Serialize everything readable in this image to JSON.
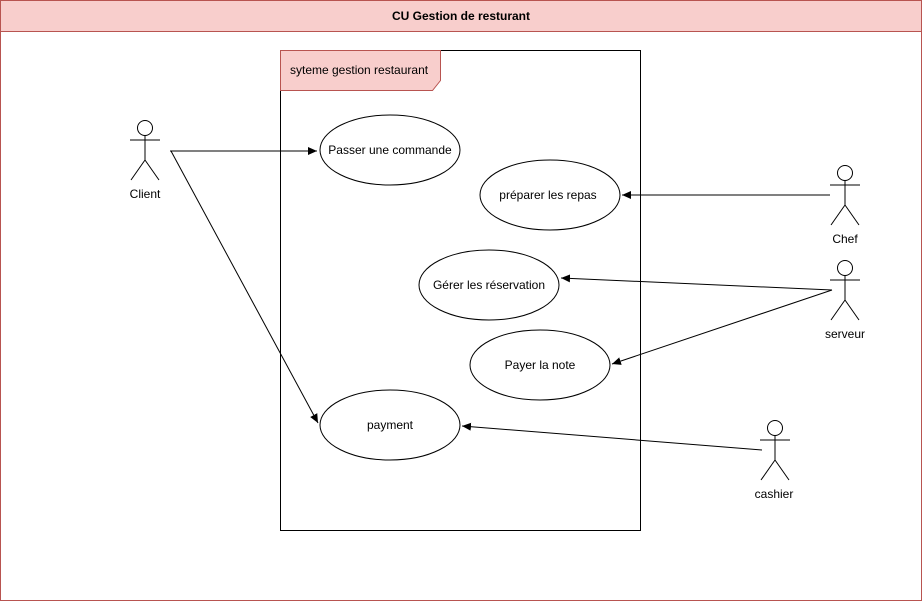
{
  "diagram": {
    "title": "CU  Gestion de resturant",
    "system_boundary": {
      "label": "syteme gestion restaurant",
      "header_fill": "#f8cecc",
      "border_color": "#b85450"
    },
    "actors": [
      {
        "id": "client",
        "label": "Client"
      },
      {
        "id": "chef",
        "label": "Chef"
      },
      {
        "id": "serveur",
        "label": "serveur"
      },
      {
        "id": "cashier",
        "label": "cashier"
      }
    ],
    "use_cases": [
      {
        "id": "passer",
        "label": "Passer une commande"
      },
      {
        "id": "preparer",
        "label": "préparer les repas"
      },
      {
        "id": "gerer",
        "label": "Gérer les réservation"
      },
      {
        "id": "payer",
        "label": "Payer la note"
      },
      {
        "id": "payment",
        "label": "payment"
      }
    ],
    "associations": [
      {
        "from": "client",
        "to": "passer"
      },
      {
        "from": "client",
        "to": "payment"
      },
      {
        "from": "chef",
        "to": "preparer"
      },
      {
        "from": "serveur",
        "to": "gerer"
      },
      {
        "from": "serveur",
        "to": "payer"
      },
      {
        "from": "cashier",
        "to": "payment"
      }
    ]
  }
}
